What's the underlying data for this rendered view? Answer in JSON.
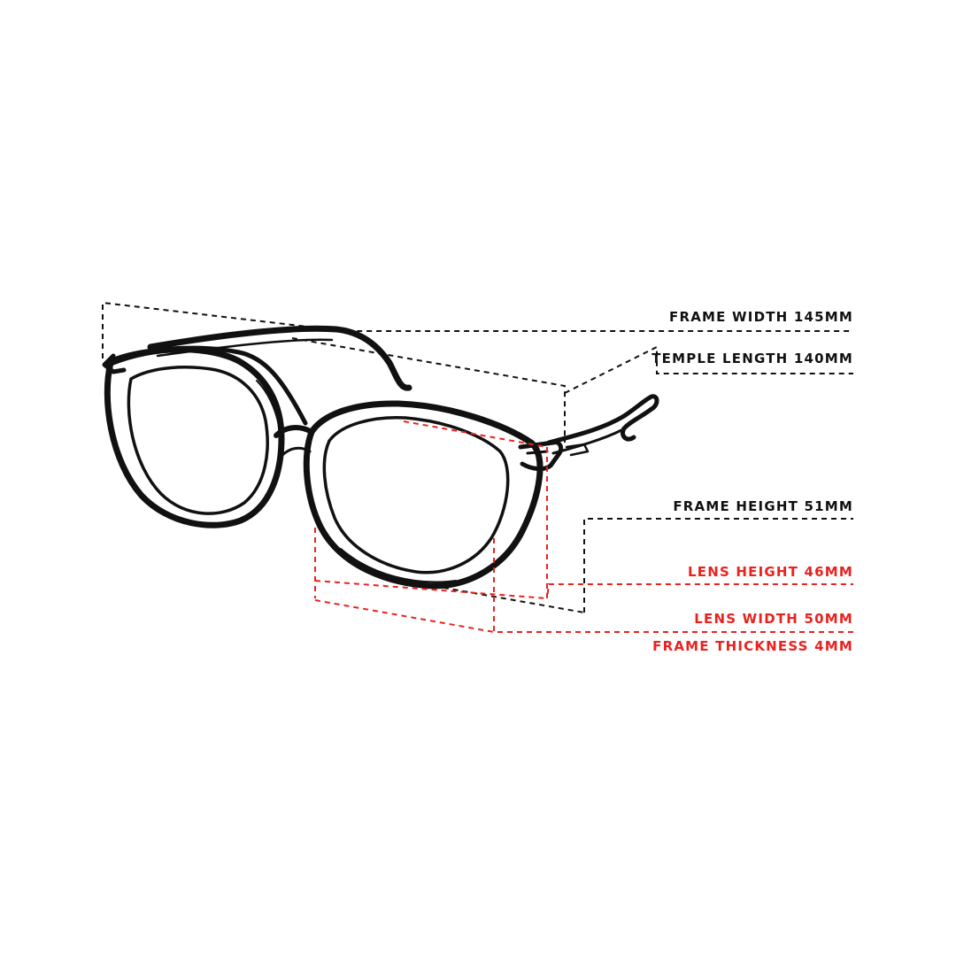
{
  "colors": {
    "black": "#111111",
    "red": "#e8231f",
    "background": "#ffffff"
  },
  "icon": "eyeglasses-sketch-icon",
  "measurements": {
    "frame_width": "FRAME WIDTH 145MM",
    "temple_length": "TEMPLE LENGTH 140MM",
    "frame_height": "FRAME HEIGHT 51MM",
    "lens_height": "LENS HEIGHT 46MM",
    "lens_width": "LENS WIDTH 50MM",
    "frame_thickness": "FRAME THICKNESS 4MM"
  }
}
